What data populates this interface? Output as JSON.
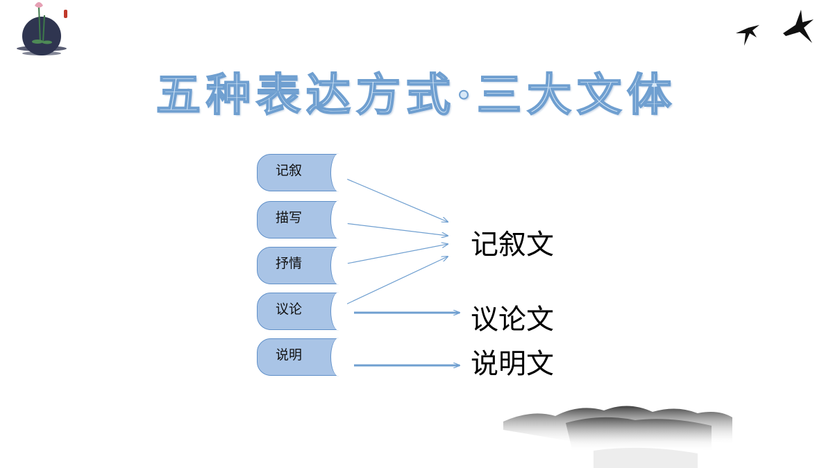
{
  "title": "五种表达方式·三大文体",
  "modes": [
    {
      "label": "记叙"
    },
    {
      "label": "描写"
    },
    {
      "label": "抒情"
    },
    {
      "label": "议论"
    },
    {
      "label": "说明"
    }
  ],
  "genres": [
    {
      "label": "记叙文"
    },
    {
      "label": "议论文"
    },
    {
      "label": "说明文"
    }
  ],
  "connections": [
    {
      "from": "记叙",
      "to": "记叙文"
    },
    {
      "from": "描写",
      "to": "记叙文"
    },
    {
      "from": "抒情",
      "to": "记叙文"
    },
    {
      "from": "议论",
      "to": "记叙文"
    },
    {
      "from": "议论",
      "to": "议论文"
    },
    {
      "from": "说明",
      "to": "说明文"
    }
  ],
  "colors": {
    "box_fill": "#a9c4e6",
    "box_border": "#5f8fc8",
    "arrow": "#6f9fd0",
    "title_fill": "#d8e8f7",
    "title_stroke": "#6f9fd0"
  }
}
